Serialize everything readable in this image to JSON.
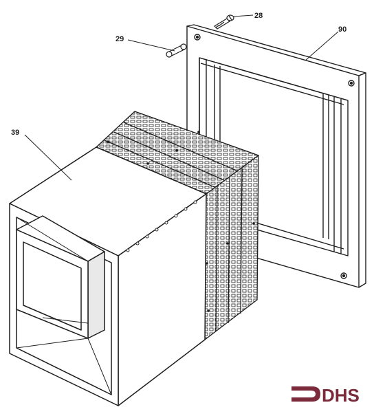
{
  "callouts": {
    "screw": "28",
    "pin": "29",
    "frame": "90",
    "housing": "39"
  },
  "logo": {
    "text": "DHS",
    "color": "#7a2a3a"
  },
  "colors": {
    "ink": "#1e1e1e",
    "paper": "#ffffff",
    "shade": "#d9d9d9"
  }
}
